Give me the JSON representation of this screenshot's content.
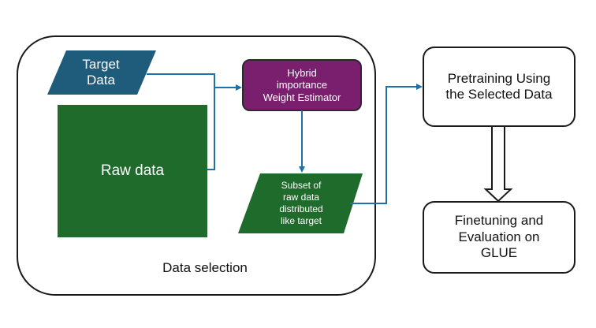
{
  "diagram": {
    "container_label": "Data selection",
    "nodes": {
      "target_data": {
        "label": "Target\nData",
        "shape": "parallelogram",
        "fill": "#1f5b7a"
      },
      "raw_data": {
        "label": "Raw data",
        "shape": "rectangle",
        "fill": "#1e6b2b"
      },
      "hybrid_estimator": {
        "label": "Hybrid\nimportance\nWeight Estimator",
        "shape": "rounded-rectangle",
        "fill": "#7a1f6d"
      },
      "subset": {
        "label": "Subset of\nraw data\ndistributed\nlike target",
        "shape": "parallelogram",
        "fill": "#1e6b2b"
      },
      "pretraining": {
        "label": "Pretraining Using\nthe Selected Data",
        "shape": "rounded-rectangle",
        "fill": "#ffffff"
      },
      "finetuning": {
        "label": "Finetuning and\nEvaluation on\nGLUE",
        "shape": "rounded-rectangle",
        "fill": "#ffffff"
      }
    },
    "colors": {
      "arrow": "#1f6fa8",
      "border": "#1a1a1a",
      "node_text_light": "#ffffff",
      "node_text_dark": "#111111"
    }
  }
}
